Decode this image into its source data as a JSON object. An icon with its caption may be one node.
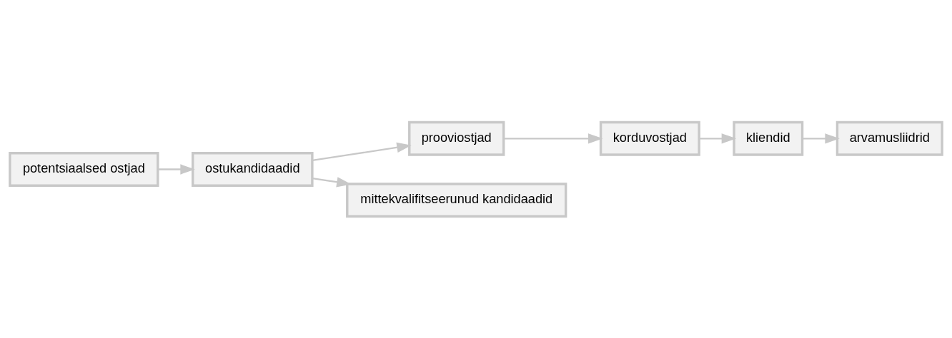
{
  "diagram": {
    "nodes": [
      {
        "text": [
          "potentsiaalsed ostjad"
        ]
      },
      {
        "text": [
          "ostukandidaadid"
        ]
      },
      {
        "text": [
          "prooviostjad"
        ]
      },
      {
        "text": [
          "korduvostjad"
        ]
      },
      {
        "text": [
          "kliendid"
        ]
      },
      {
        "text": [
          "arvamusliidrid"
        ]
      },
      {
        "text": [
          "mittekvalifitseerunud kandidaadid"
        ]
      }
    ],
    "edges": [
      {
        "from": 0,
        "to": 1,
        "arrow": "to"
      },
      {
        "from": 1,
        "to": 2,
        "arrow": "to"
      },
      {
        "from": 2,
        "to": 3,
        "arrow": "to"
      },
      {
        "from": 3,
        "to": 4,
        "arrow": "to"
      },
      {
        "from": 4,
        "to": 5,
        "arrow": "to"
      },
      {
        "from": 1,
        "to": 6,
        "arrow": "to"
      }
    ]
  }
}
